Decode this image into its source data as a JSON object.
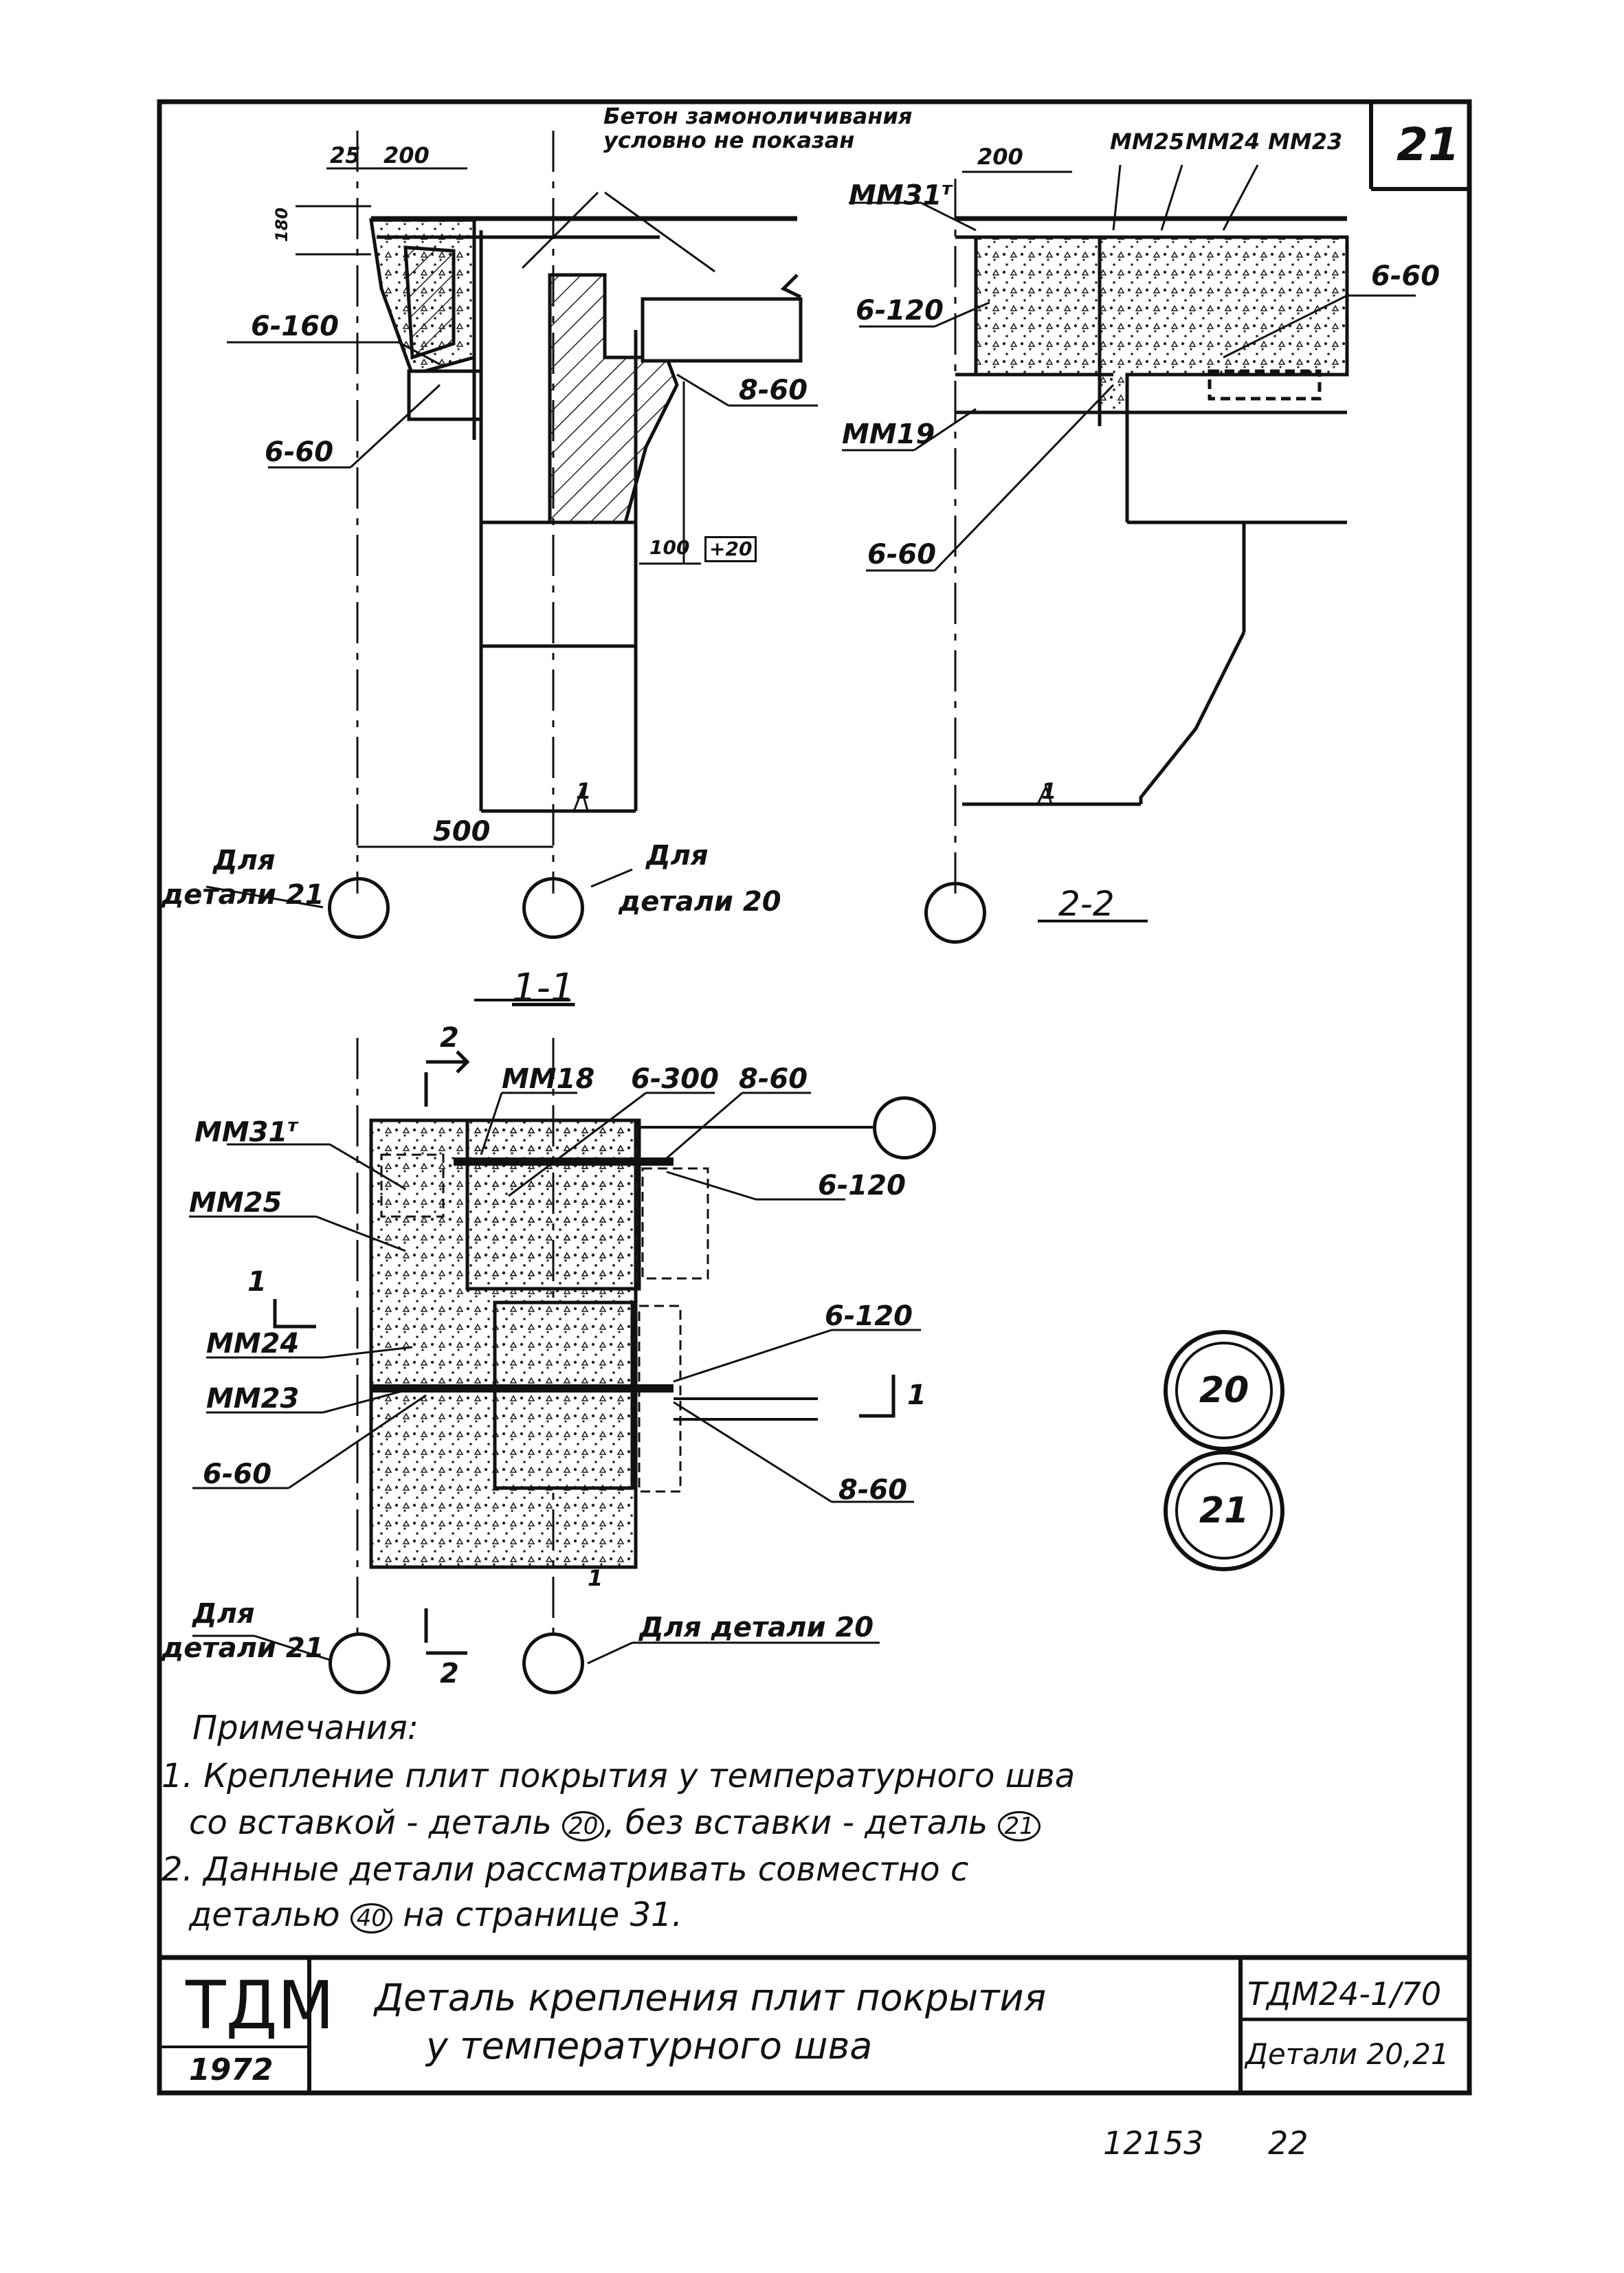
{
  "sheet": {
    "number": "21",
    "header_note_line1": "Бетон замоноличивания",
    "header_note_line2": "условно не показан"
  },
  "section_1_1": {
    "title": "1-1",
    "dim_25": "25",
    "dim_200": "200",
    "dim_180": "180",
    "dim_500": "500",
    "dim_100": "100",
    "level_mark": "+20",
    "weld_6_160": "6-160",
    "weld_6_60": "6-60",
    "weld_8_60": "8-60",
    "axis_mark": "1",
    "callout_detail21_a": "Для",
    "callout_detail21_b": "детали 21",
    "callout_detail20_a": "Для",
    "callout_detail20_b": "детали 20"
  },
  "section_2_2": {
    "title": "2-2",
    "dim_200": "200",
    "mm31": "ММ31",
    "mm31_sup": "т",
    "mm25": "ММ25",
    "mm24": "ММ24",
    "mm23": "ММ23",
    "mm19": "ММ19",
    "weld_6_120": "6-120",
    "weld_6_60_right": "6-60",
    "weld_6_60_bottom": "6-60",
    "axis_mark": "1"
  },
  "plan": {
    "cut_mark": "2",
    "cut_mark_bottom": "2",
    "cut_mark_left": "1",
    "cut_mark_right": "1",
    "mm18": "ММ18",
    "weld_6_300": "6-300",
    "weld_8_60_top": "8-60",
    "mm31": "ММ31",
    "mm31_sup": "т",
    "mm25": "ММ25",
    "mm24": "ММ24",
    "mm23": "ММ23",
    "weld_6_60": "6-60",
    "weld_6_120_top": "6-120",
    "weld_6_120_mid": "6-120",
    "weld_8_60_bottom": "8-60",
    "callout_detail21_a": "Для",
    "callout_detail21_b": "детали 21",
    "callout_detail20": "Для детали 20",
    "axis_mark": "1"
  },
  "detail_markers": [
    "20",
    "21"
  ],
  "notes": {
    "heading": "Примечания:",
    "line1": "1. Крепление плит покрытия у температурного шва",
    "line2a": "со вставкой - деталь",
    "line2_ref1": "20",
    "line2b": ", без вставки - деталь",
    "line2_ref2": "21",
    "line3": "2. Данные детали рассматривать совместно с",
    "line4a": "деталью",
    "line4_ref": "40",
    "line4b": "на странице 31."
  },
  "title_block": {
    "org": "ТДМ",
    "year": "1972",
    "title_line1": "Деталь крепления плит покрытия",
    "title_line2": "у температурного шва",
    "code": "ТДМ24-1/70",
    "sheet_label": "Детали 20,21"
  },
  "footer": {
    "archive_number": "12153",
    "page_number": "22"
  }
}
